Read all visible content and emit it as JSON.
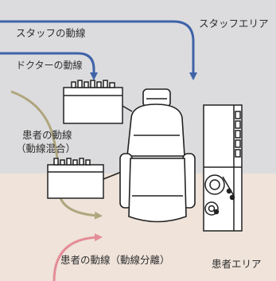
{
  "areas": {
    "staff": {
      "label": "スタッフエリア",
      "color": "#dcdcde"
    },
    "patient": {
      "label": "患者エリア",
      "color": "#efe3da"
    }
  },
  "flows": {
    "staff": {
      "label": "スタッフの動線",
      "color": "#3e63a8"
    },
    "doctor": {
      "label": "ドクターの動線",
      "color": "#3e63a8"
    },
    "patient_mixed": {
      "label_line1": "患者の動線",
      "label_line2": "（動線混合）",
      "color": "#b0a67e"
    },
    "patient_separated": {
      "label": "患者の動線（動線分離）",
      "color": "#e48c97"
    }
  },
  "icons": [
    "dental-chair-icon",
    "instrument-tray-icon",
    "dental-unit-icon",
    "flow-arrow-icon"
  ]
}
